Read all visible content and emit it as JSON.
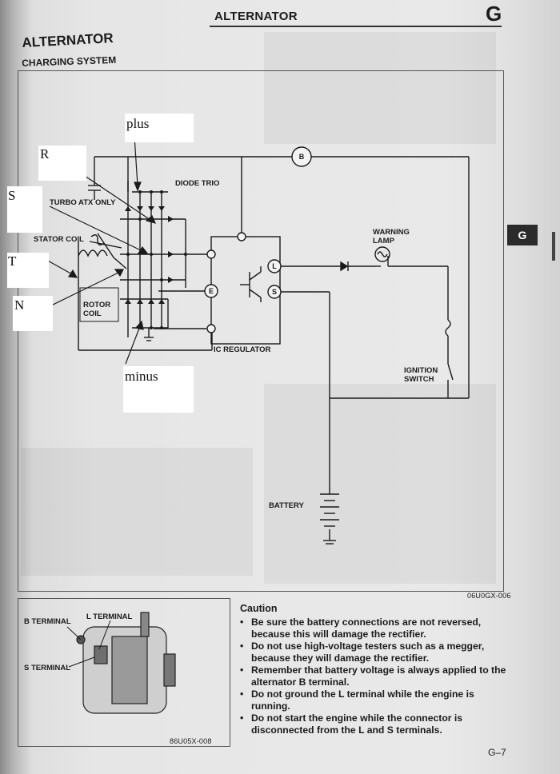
{
  "header": {
    "running_title": "ALTERNATOR",
    "section_letter": "G",
    "tab_letter": "G"
  },
  "section": {
    "title": "ALTERNATOR",
    "subtitle": "CHARGING SYSTEM"
  },
  "schematic": {
    "terminals": [
      "B",
      "E",
      "L",
      "S"
    ],
    "diode_trio": "DIODE TRIO",
    "turbo_atx": "TURBO ATX ONLY",
    "stator_coil": "STATOR COIL",
    "rotor_coil": "ROTOR COIL",
    "ic_regulator": "IC REGULATOR",
    "warning_lamp": "WARNING LAMP",
    "ignition_switch": "IGNITION SWITCH",
    "battery": "BATTERY",
    "figure_code": "06U0GX-006"
  },
  "annotations": {
    "plus": "plus",
    "r": "R",
    "s": "S",
    "t": "T",
    "n": "N",
    "minus": "minus"
  },
  "photo": {
    "b_terminal": "B TERMINAL",
    "l_terminal": "L TERMINAL",
    "s_terminal": "S TERMINAL",
    "figure_code": "86U05X-008"
  },
  "caution": {
    "heading": "Caution",
    "items": [
      "Be sure the battery connections are not reversed, because this will damage the rectifier.",
      "Do not use high-voltage testers such as a megger, because they will damage the rectifier.",
      "Remember that battery voltage is always applied to the alternator B terminal.",
      "Do not ground the L terminal while the engine is running.",
      "Do not start the engine while the connector is disconnected from the L and S terminals."
    ]
  },
  "footer": {
    "page_number": "G–7"
  }
}
